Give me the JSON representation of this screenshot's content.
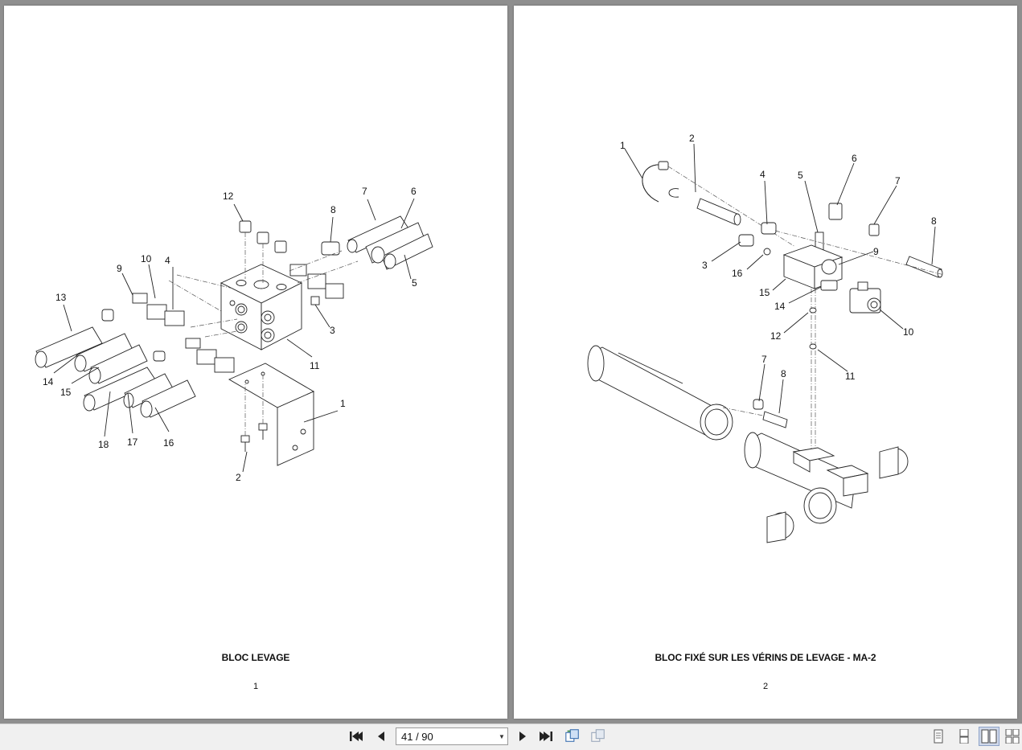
{
  "pages": [
    {
      "caption": "BLOC LEVAGE",
      "number": "1",
      "callouts": [
        "1",
        "2",
        "3",
        "4",
        "5",
        "6",
        "7",
        "8",
        "9",
        "10",
        "11",
        "12",
        "13",
        "14",
        "15",
        "16",
        "17",
        "18"
      ]
    },
    {
      "caption": "BLOC FIXÉ SUR LES VÉRINS DE LEVAGE - MA-2",
      "number": "2",
      "callouts": [
        "1",
        "2",
        "3",
        "4",
        "5",
        "6",
        "7",
        "8",
        "9",
        "10",
        "11",
        "12",
        "14",
        "15",
        "16",
        "7",
        "8"
      ]
    }
  ],
  "toolbar": {
    "page_indicator": "41 / 90",
    "buttons": [
      "first-page-icon",
      "previous-page-icon",
      "next-page-icon",
      "last-page-icon",
      "rotate-icon",
      "rotate-alt-icon"
    ],
    "views": [
      "single-page-icon",
      "continuous-page-icon",
      "two-page-icon",
      "two-page-continuous-icon"
    ],
    "active_view": "two-page-icon"
  }
}
